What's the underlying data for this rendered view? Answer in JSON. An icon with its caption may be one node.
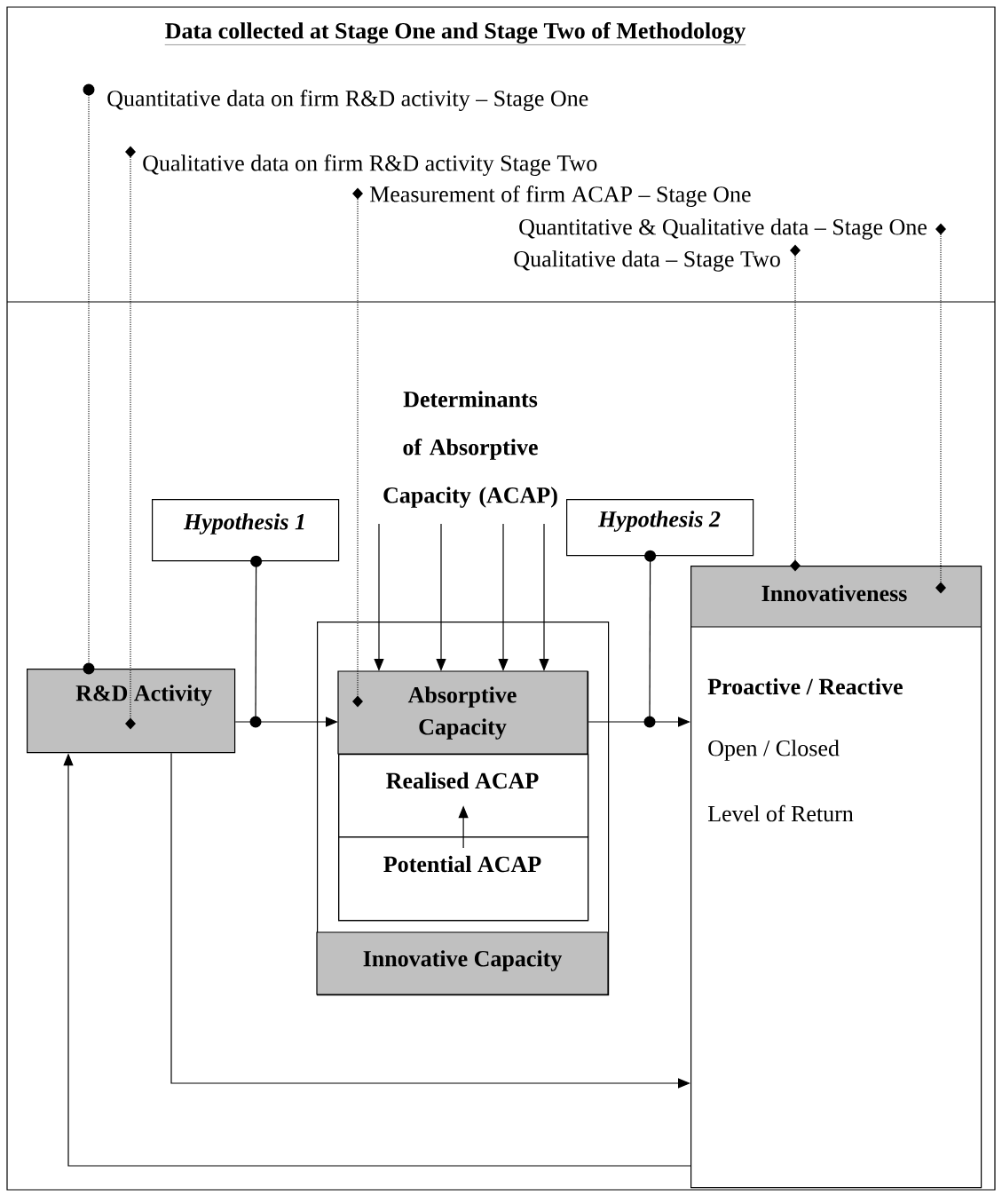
{
  "diagram": {
    "title": "Data collected at Stage One and Stage Two of Methodology",
    "nodes": [
      {
        "text": [
          "Quantitative data on firm R&D activity – Stage One"
        ]
      },
      {
        "text": [
          "Qualitative data on firm R&D activity Stage Two"
        ]
      },
      {
        "text": [
          "Measurement of firm ACAP – Stage One"
        ]
      },
      {
        "text": [
          "Quantitative & Qualitative data – Stage One"
        ]
      },
      {
        "text": [
          "Qualitative data – Stage Two"
        ]
      },
      {
        "text": [
          "Determinants of Absorptive Capacity (ACAP)"
        ]
      },
      {
        "text": [
          "Hypothesis 1"
        ]
      },
      {
        "text": [
          "Hypothesis 2"
        ]
      },
      {
        "text": [
          "R&D Activity"
        ]
      },
      {
        "text": [
          "Innovative Capacity"
        ]
      },
      {
        "text": [
          "Absorptive Capacity"
        ],
        "in": 9
      },
      {
        "text": [
          "Realised ACAP"
        ],
        "in": 10
      },
      {
        "text": [
          "Potential ACAP"
        ],
        "in": 10
      },
      {
        "text": [
          "Innovativeness",
          "Proactive / Reactive",
          "Open  / Closed",
          "Level of Return"
        ]
      }
    ],
    "edges": [
      {
        "from": 0,
        "to": 8,
        "arrow": "other",
        "style": "dashed"
      },
      {
        "from": 1,
        "to": 8,
        "arrow": "other",
        "style": "dashed"
      },
      {
        "from": 2,
        "to": 10,
        "arrow": "other",
        "style": "dashed"
      },
      {
        "from": 3,
        "to": 13,
        "arrow": "other",
        "style": "dashed"
      },
      {
        "from": 4,
        "to": 13,
        "arrow": "other",
        "style": "dashed"
      },
      {
        "from": 5,
        "to": 10,
        "arrow": "to"
      },
      {
        "from": 5,
        "to": 10,
        "arrow": "to"
      },
      {
        "from": 5,
        "to": 10,
        "arrow": "to"
      },
      {
        "from": 5,
        "to": 10,
        "arrow": "to"
      },
      {
        "from": 8,
        "to": 10,
        "arrow": "to"
      },
      {
        "from": 6,
        "to": null,
        "arrow": "other"
      },
      {
        "from": 10,
        "to": 13,
        "arrow": "to"
      },
      {
        "from": 7,
        "to": null,
        "arrow": "other"
      },
      {
        "from": 12,
        "to": 11,
        "arrow": "to"
      },
      {
        "from": 8,
        "to": 13,
        "arrow": "to"
      },
      {
        "from": 13,
        "to": 8,
        "arrow": "to"
      }
    ]
  }
}
